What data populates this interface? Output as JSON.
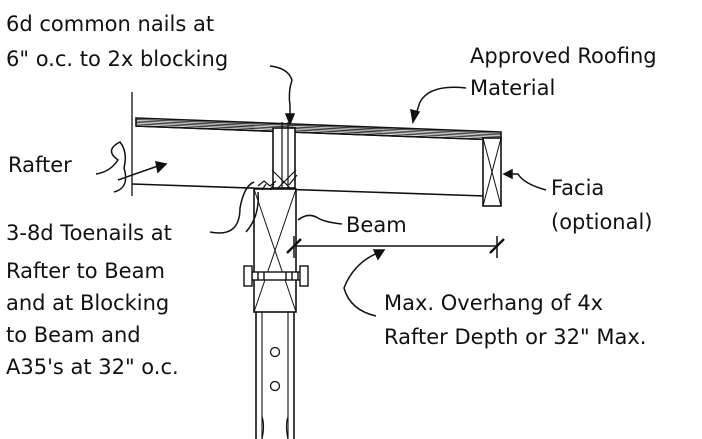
{
  "labels": {
    "nails_line1": "6d common nails at",
    "nails_line2": "6\" o.c. to 2x blocking",
    "roofing_line1": "Approved Roofing",
    "roofing_line2": "Material",
    "rafter": "Rafter",
    "facia_line1": "Facia",
    "facia_line2": "(optional)",
    "beam": "Beam",
    "toenails_line1": "3-8d Toenails at",
    "toenails_line2": "Rafter to Beam",
    "toenails_line3": "and at Blocking",
    "toenails_line4": "to Beam and",
    "toenails_line5": "A35's at 32\" o.c.",
    "overhang_line1": "Max. Overhang of 4x",
    "overhang_line2": "Rafter Depth or 32\" Max."
  },
  "colors": {
    "ink": "#111111",
    "background": "#ffffff"
  }
}
